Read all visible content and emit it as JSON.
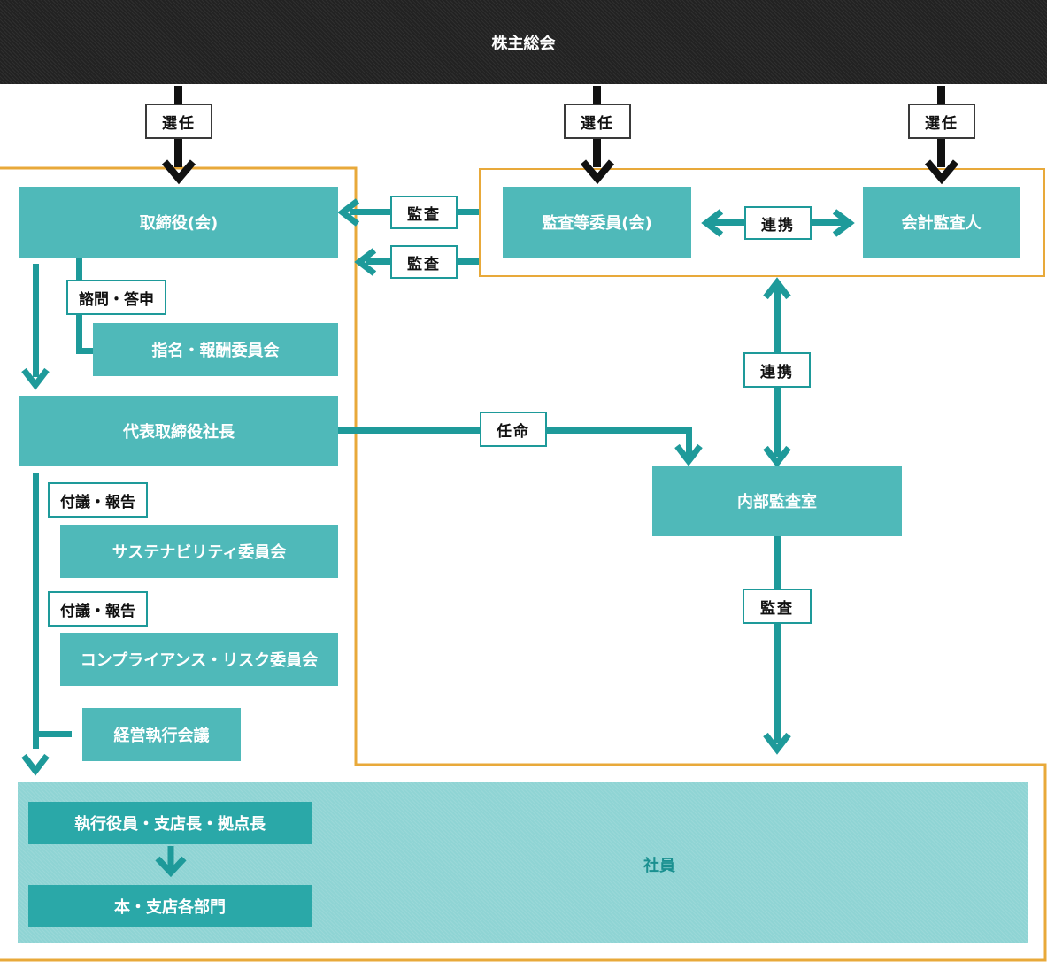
{
  "diagram": {
    "shareholders_meeting": "株主総会",
    "board": "取締役(会)",
    "audit_committee": "監査等委員(会)",
    "accounting_auditor": "会計監査人",
    "nomination_committee": "指名・報酬委員会",
    "president": "代表取締役社長",
    "sustainability_committee": "サステナビリティ委員会",
    "compliance_committee": "コンプライアンス・リスク委員会",
    "management_meeting": "経営執行会議",
    "internal_audit": "内部監査室",
    "officers": "執行役員・支店長・拠点長",
    "departments": "本・支店各部門",
    "employees": "社員",
    "labels": {
      "elect": "選任",
      "audit": "監査",
      "cooperation": "連携",
      "consult_report": "諮問・答申",
      "refer_report": "付議・報告",
      "appoint": "任命"
    }
  },
  "colors": {
    "box": "#4fb9b9",
    "box_dark": "#2aa8a8",
    "line": "#1e9a9a",
    "border": "#e8a93a",
    "employees_area": "#8fd4d4",
    "header": "#222222"
  }
}
